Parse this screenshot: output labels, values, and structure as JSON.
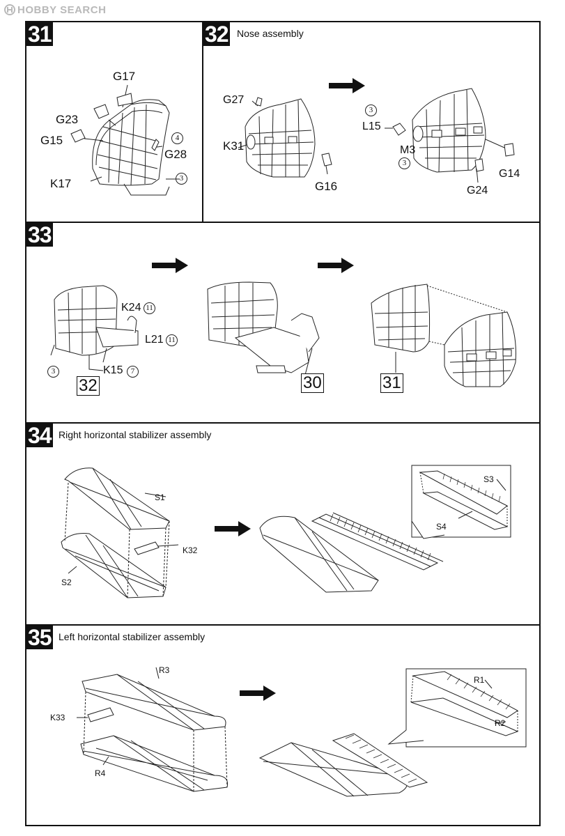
{
  "watermark": {
    "text": "HOBBY SEARCH"
  },
  "steps": {
    "s31": {
      "number": "31",
      "title": "",
      "labels": {
        "g17": "G17",
        "g23": "G23",
        "g15": "G15",
        "g28": "G28",
        "k17": "K17"
      },
      "circles": {
        "c4": "4",
        "c3": "3"
      }
    },
    "s32": {
      "number": "32",
      "title": "Nose assembly",
      "labels": {
        "g27": "G27",
        "k31": "K31",
        "g16": "G16",
        "l15": "L15",
        "m3": "M3",
        "g14": "G14",
        "g24": "G24"
      },
      "circles": {
        "c3a": "3",
        "c3b": "3"
      }
    },
    "s33": {
      "number": "33",
      "title": "",
      "labels": {
        "k24": "K24",
        "l21": "L21",
        "k15": "K15"
      },
      "circles": {
        "c11a": "11",
        "c11b": "11",
        "c7": "7",
        "c3": "3"
      },
      "refs": {
        "r32": "32",
        "r30": "30",
        "r31": "31"
      }
    },
    "s34": {
      "number": "34",
      "title": "Right horizontal stabilizer assembly",
      "labels": {
        "s1": "S1",
        "k32": "K32",
        "s2": "S2",
        "s3": "S3",
        "s4": "S4"
      }
    },
    "s35": {
      "number": "35",
      "title": "Left horizontal stabilizer assembly",
      "labels": {
        "r3": "R3",
        "k33": "K33",
        "r4": "R4",
        "r1": "R1",
        "r2": "R2"
      }
    }
  }
}
